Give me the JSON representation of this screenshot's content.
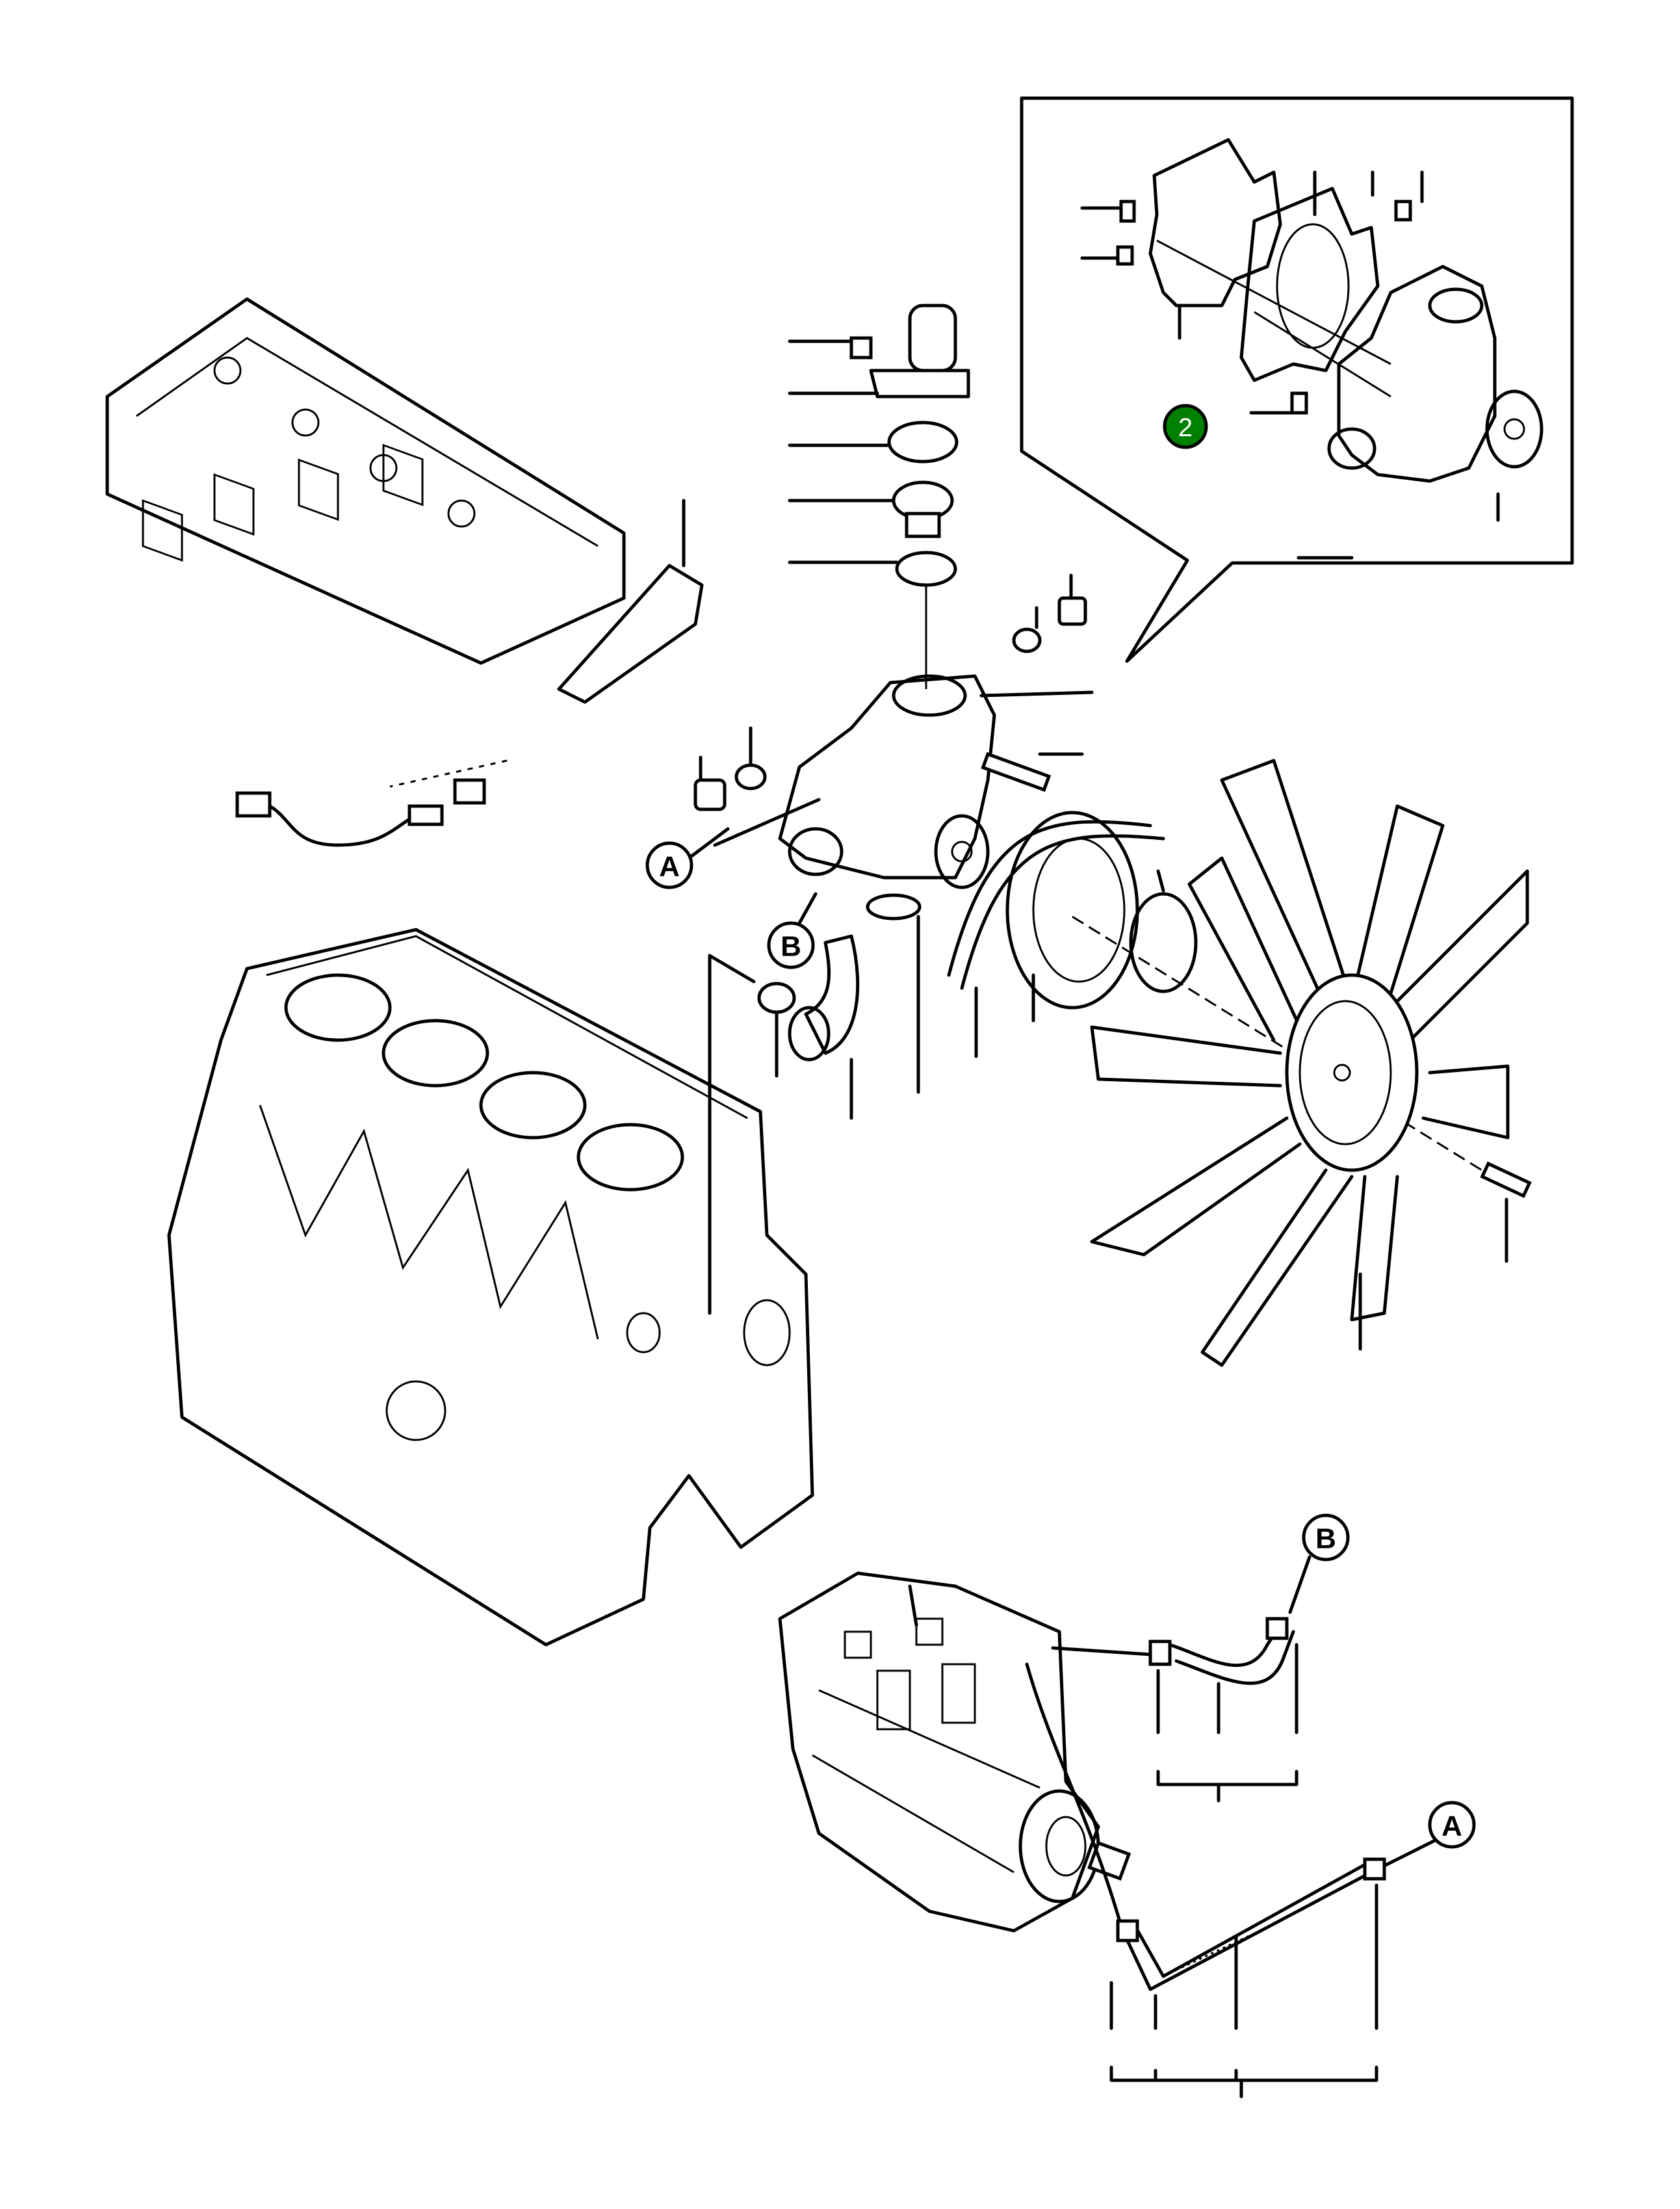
{
  "diagram": {
    "callout_badge": {
      "label": "2",
      "color": "#008000"
    },
    "reference_markers": [
      {
        "id": "ref-a-pump",
        "label": "A"
      },
      {
        "id": "ref-b-pump",
        "label": "B"
      },
      {
        "id": "ref-b-pipe",
        "label": "B"
      },
      {
        "id": "ref-a-pipe",
        "label": "A"
      }
    ],
    "line_color": "#000000",
    "background": "#ffffff"
  }
}
